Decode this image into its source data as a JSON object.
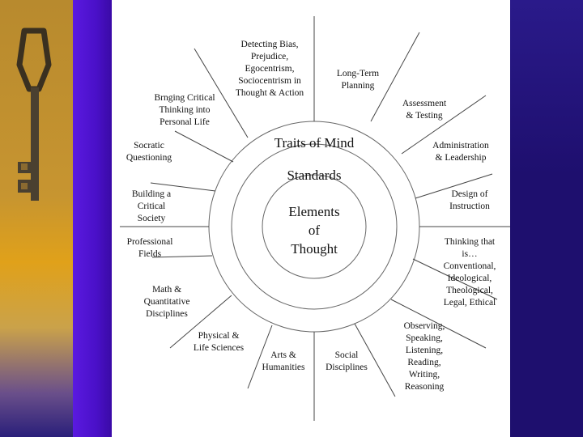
{
  "diagram": {
    "rings": {
      "outer": "Traits of Mind",
      "middle": "Standards",
      "inner": "Elements\nof\nThought"
    },
    "segments": [
      "Detecting Bias,\nPrejudice,\nEgocentrism,\nSociocentrism in\nThought & Action",
      "Long-Term\nPlanning",
      "Assessment\n& Testing",
      "Administration\n& Leadership",
      "Design of\nInstruction",
      "Thinking that\nis…\nConventional,\nIdeological,\nTheological,\nLegal, Ethical",
      "Observing,\nSpeaking,\nListening,\nReading,\nWriting,\nReasoning",
      "Social\nDisciplines",
      "Arts &\nHumanities",
      "Physical &\nLife Sciences",
      "Math &\nQuantitative\nDisciplines",
      "Professional\nFields",
      "Building a\nCritical\nSociety",
      "Socratic\nQuestioning",
      "Brnging Critical\nThinking into\nPersonal Life"
    ]
  },
  "decor": {
    "key_image": "antique-key-icon",
    "colors": {
      "gold": "#c79530",
      "purple": "#4a10c8",
      "navy": "#1e0f6e"
    }
  }
}
